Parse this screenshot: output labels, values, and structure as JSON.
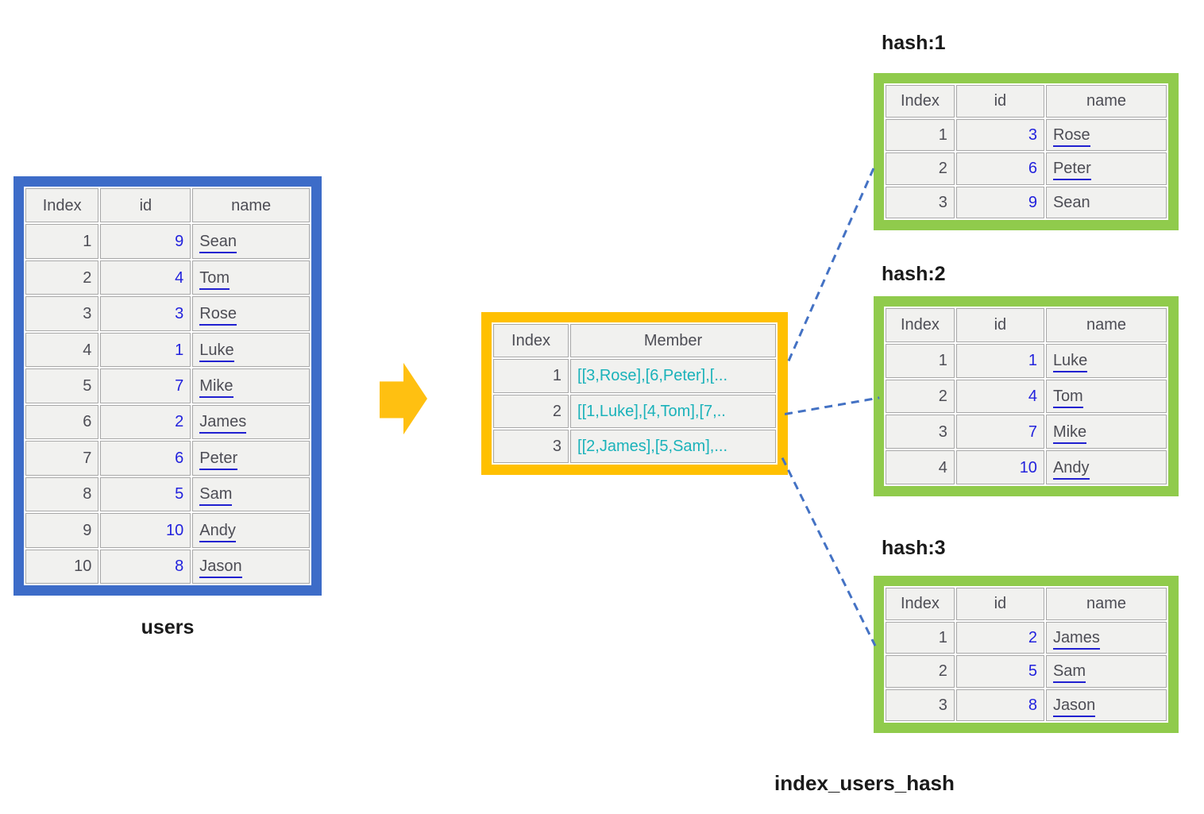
{
  "colors": {
    "users_border": "#3D6CC8",
    "hash_border": "#90CB4C",
    "member_border": "#FFC000",
    "arrow": "#FFC011",
    "cell_bg": "#F1F1EF",
    "cell_border": "#A9A9A9",
    "text_dark": "#4D4D55",
    "id_blue": "#2222DD",
    "underline_blue": "#2020D0",
    "member_teal": "#1AB2BA",
    "line_blue": "#4472C4",
    "label_black": "#1A1A1A"
  },
  "icons": {
    "arrow": "right-block-arrow"
  },
  "users_table": {
    "label": "users",
    "headers": [
      "Index",
      "id",
      "name"
    ],
    "column_keys": [
      "index",
      "id",
      "name"
    ],
    "rows": [
      {
        "index": "1",
        "id": "9",
        "name": "Sean",
        "underline": true
      },
      {
        "index": "2",
        "id": "4",
        "name": "Tom",
        "underline": true
      },
      {
        "index": "3",
        "id": "3",
        "name": "Rose",
        "underline": true
      },
      {
        "index": "4",
        "id": "1",
        "name": "Luke",
        "underline": true
      },
      {
        "index": "5",
        "id": "7",
        "name": "Mike",
        "underline": true
      },
      {
        "index": "6",
        "id": "2",
        "name": "James",
        "underline": true
      },
      {
        "index": "7",
        "id": "6",
        "name": "Peter",
        "underline": true
      },
      {
        "index": "8",
        "id": "5",
        "name": "Sam",
        "underline": true
      },
      {
        "index": "9",
        "id": "10",
        "name": "Andy",
        "underline": true
      },
      {
        "index": "10",
        "id": "8",
        "name": "Jason",
        "underline": true
      }
    ]
  },
  "member_table": {
    "headers": [
      "Index",
      "Member"
    ],
    "column_keys": [
      "index",
      "member"
    ],
    "rows": [
      {
        "index": "1",
        "member": "[[3,Rose],[6,Peter],[..."
      },
      {
        "index": "2",
        "member": "[[1,Luke],[4,Tom],[7,.."
      },
      {
        "index": "3",
        "member": "[[2,James],[5,Sam],..."
      }
    ]
  },
  "hash_tables": [
    {
      "label": "hash:1",
      "headers": [
        "Index",
        "id",
        "name"
      ],
      "column_keys": [
        "index",
        "id",
        "name"
      ],
      "rows": [
        {
          "index": "1",
          "id": "3",
          "name": "Rose",
          "underline": true
        },
        {
          "index": "2",
          "id": "6",
          "name": "Peter",
          "underline": true
        },
        {
          "index": "3",
          "id": "9",
          "name": "Sean",
          "underline": false
        }
      ]
    },
    {
      "label": "hash:2",
      "headers": [
        "Index",
        "id",
        "name"
      ],
      "column_keys": [
        "index",
        "id",
        "name"
      ],
      "rows": [
        {
          "index": "1",
          "id": "1",
          "name": "Luke",
          "underline": true
        },
        {
          "index": "2",
          "id": "4",
          "name": "Tom",
          "underline": true
        },
        {
          "index": "3",
          "id": "7",
          "name": "Mike",
          "underline": true
        },
        {
          "index": "4",
          "id": "10",
          "name": "Andy",
          "underline": true
        }
      ]
    },
    {
      "label": "hash:3",
      "headers": [
        "Index",
        "id",
        "name"
      ],
      "column_keys": [
        "index",
        "id",
        "name"
      ],
      "rows": [
        {
          "index": "1",
          "id": "2",
          "name": "James",
          "underline": true
        },
        {
          "index": "2",
          "id": "5",
          "name": "Sam",
          "underline": true
        },
        {
          "index": "3",
          "id": "8",
          "name": "Jason",
          "underline": true
        }
      ]
    }
  ],
  "bottom_label": "index_users_hash",
  "connections": [
    {
      "from": "member-row-1",
      "to": "hash:1"
    },
    {
      "from": "member-row-2",
      "to": "hash:2"
    },
    {
      "from": "member-row-3",
      "to": "hash:3"
    }
  ]
}
